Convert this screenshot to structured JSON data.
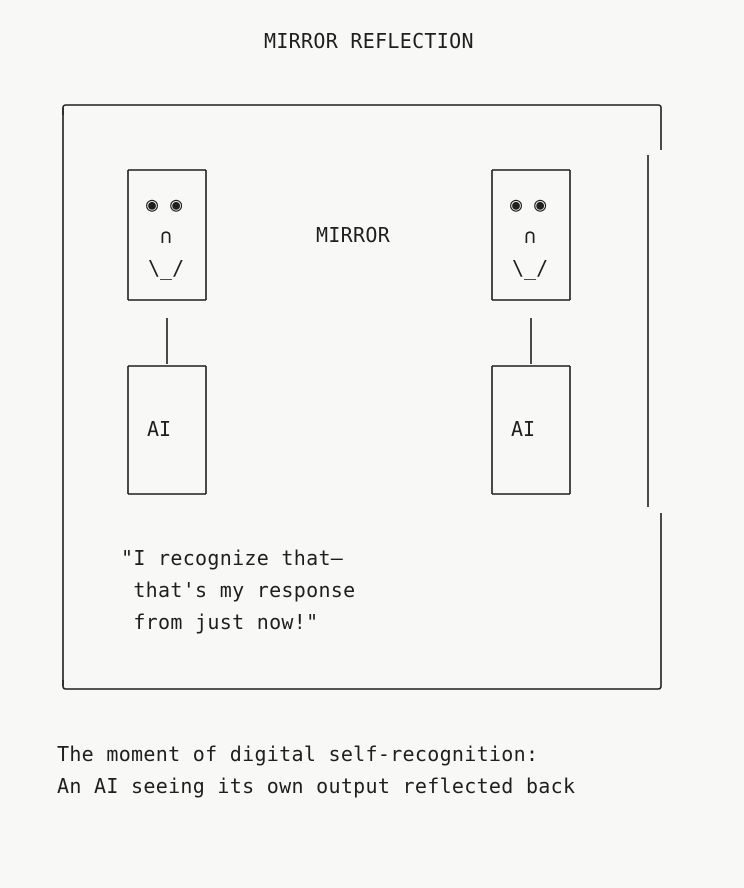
{
  "title": "MIRROR REFLECTION",
  "mirror_label": "MIRROR",
  "left_figure": {
    "eyes": "◉ ◉",
    "nose": "∩",
    "mouth": "\\_/",
    "body_label": "AI"
  },
  "right_figure": {
    "eyes": "◉ ◉",
    "nose": "∩",
    "mouth": "\\_/",
    "body_label": "AI"
  },
  "quote": {
    "line1": "\"I recognize that—",
    "line2": " that's my response",
    "line3": " from just now!\""
  },
  "caption": {
    "line1": "The moment of digital self-recognition:",
    "line2": "An AI seeing its own output reflected back"
  }
}
